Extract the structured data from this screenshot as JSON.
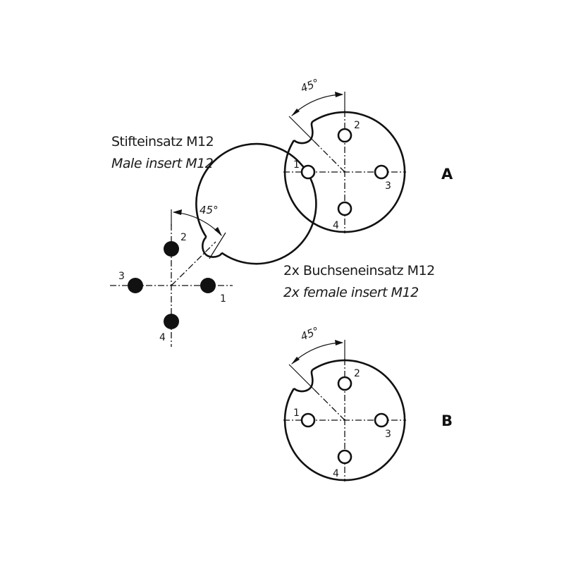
{
  "male": {
    "title_de": "Stifteinsatz M12",
    "title_en": "Male insert M12",
    "angle_label": "45°",
    "pins": [
      {
        "number": "1",
        "position": "right"
      },
      {
        "number": "2",
        "position": "top"
      },
      {
        "number": "3",
        "position": "left"
      },
      {
        "number": "4",
        "position": "bottom"
      }
    ]
  },
  "female": {
    "title_de": "2x Buchseneinsatz M12",
    "title_en": "2x female insert M12",
    "variants": [
      {
        "label": "A",
        "angle_label": "45°",
        "pins": [
          {
            "number": "1",
            "position": "left"
          },
          {
            "number": "2",
            "position": "top"
          },
          {
            "number": "3",
            "position": "right"
          },
          {
            "number": "4",
            "position": "bottom"
          }
        ]
      },
      {
        "label": "B",
        "angle_label": "45°",
        "pins": [
          {
            "number": "1",
            "position": "left"
          },
          {
            "number": "2",
            "position": "top"
          },
          {
            "number": "3",
            "position": "right"
          },
          {
            "number": "4",
            "position": "bottom"
          }
        ]
      }
    ]
  }
}
